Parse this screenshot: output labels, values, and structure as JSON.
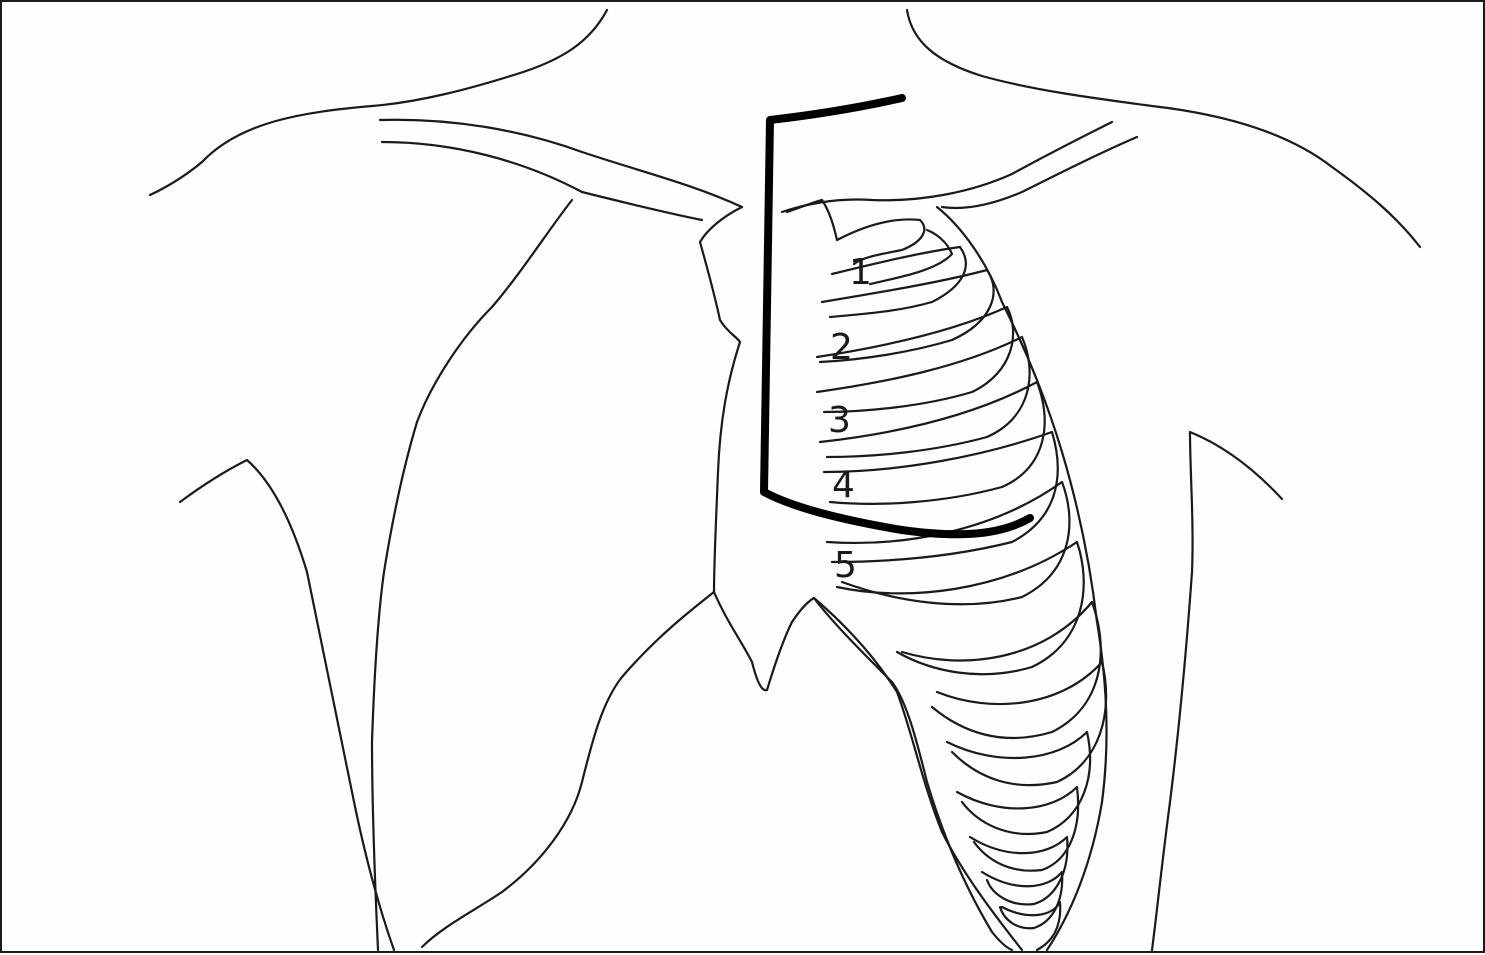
{
  "diagram": {
    "rib_labels": [
      "1",
      "2",
      "3",
      "4",
      "5"
    ]
  },
  "colors": {
    "outline": "#1a1a1a",
    "incision": "#000000",
    "background": "#ffffff"
  }
}
